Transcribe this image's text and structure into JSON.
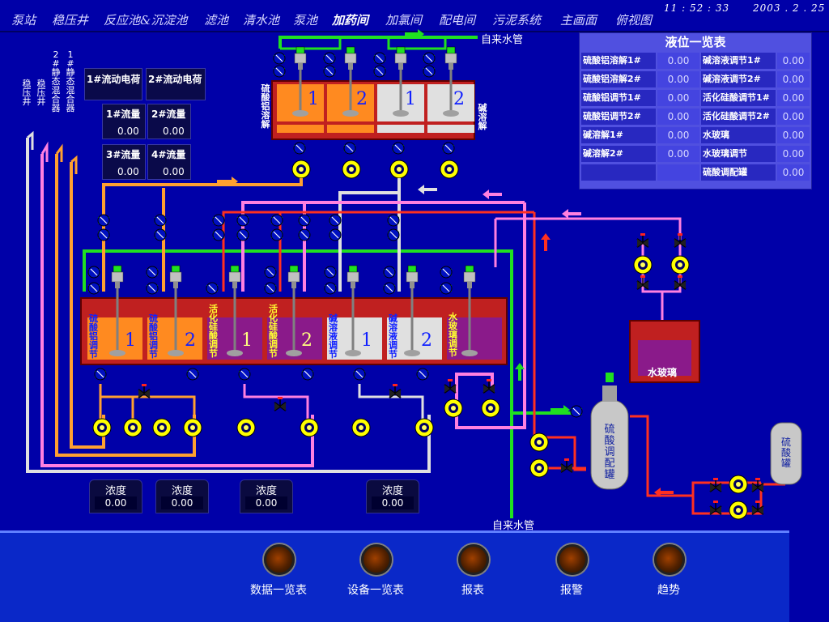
{
  "nav": {
    "items": [
      "泵站",
      "稳压井",
      "反应池&沉淀池",
      "滤池",
      "清水池",
      "泵池",
      "加药间",
      "加氯间",
      "配电间",
      "污泥系统",
      "主画面",
      "俯视图"
    ],
    "active": "加药间"
  },
  "clock": {
    "time": "11 : 52 : 33",
    "date": "2003 . 2 . 25"
  },
  "left_labels": {
    "stab": "稳压井",
    "stab2": "稳压井",
    "mixer2": "2#静态混合器",
    "mixer1": "1#静态混合器"
  },
  "panels": {
    "flow_load1": "1#流动电荷",
    "flow_load2": "2#流动电荷",
    "flow1": {
      "label": "1#流量",
      "value": "0.00"
    },
    "flow2": {
      "label": "2#流量",
      "value": "0.00"
    },
    "flow3": {
      "label": "3#流量",
      "value": "0.00"
    },
    "flow4": {
      "label": "4#流量",
      "value": "0.00"
    }
  },
  "level_table": {
    "title": "液位一览表",
    "rows": [
      {
        "l1": "硫酸铝溶解1#",
        "v1": "0.00",
        "l2": "碱溶液调节1#",
        "v2": "0.00"
      },
      {
        "l1": "硫酸铝溶解2#",
        "v1": "0.00",
        "l2": "碱溶液调节2#",
        "v2": "0.00"
      },
      {
        "l1": "硫酸铝调节1#",
        "v1": "0.00",
        "l2": "活化硅酸调节1#",
        "v2": "0.00"
      },
      {
        "l1": "硫酸铝调节2#",
        "v1": "0.00",
        "l2": "活化硅酸调节2#",
        "v2": "0.00"
      },
      {
        "l1": "碱溶解1#",
        "v1": "0.00",
        "l2": "水玻璃",
        "v2": "0.00"
      },
      {
        "l1": "碱溶解2#",
        "v1": "0.00",
        "l2": "水玻璃调节",
        "v2": "0.00"
      },
      {
        "l1": "",
        "v1": "",
        "l2": "硫酸调配罐",
        "v2": "0.00"
      }
    ]
  },
  "water": {
    "top": "自来水管",
    "bottom": "自来水管"
  },
  "top_tanks": {
    "left_label": "硫酸铝溶解",
    "right_label": "碱溶解",
    "nums": [
      "1",
      "2",
      "1",
      "2"
    ]
  },
  "mid_tanks": {
    "labels": [
      "硫酸铝调节",
      "硫酸铝调节",
      "活化硅酸调节",
      "活化硅酸调节",
      "碱溶液调节",
      "碱溶液调节",
      "水玻璃调节"
    ],
    "nums": [
      "1",
      "2",
      "1",
      "2",
      "1",
      "2",
      ""
    ]
  },
  "water_glass": "水玻璃",
  "sulfuric_mix": "硫酸调配罐",
  "sulfuric_tank": "硫酸罐",
  "concentration": [
    {
      "label": "浓度",
      "value": "0.00"
    },
    {
      "label": "浓度",
      "value": "0.00"
    },
    {
      "label": "浓度",
      "value": "0.00"
    },
    {
      "label": "浓度",
      "value": "0.00"
    }
  ],
  "buttons": [
    "数据一览表",
    "设备一览表",
    "报表",
    "报警",
    "趋势"
  ],
  "colors": {
    "bg": "#0000a8",
    "orange": "#ffa030",
    "white": "#e0e0e0",
    "pink": "#ff80e0",
    "green": "#20e020",
    "red": "#ff3020"
  }
}
